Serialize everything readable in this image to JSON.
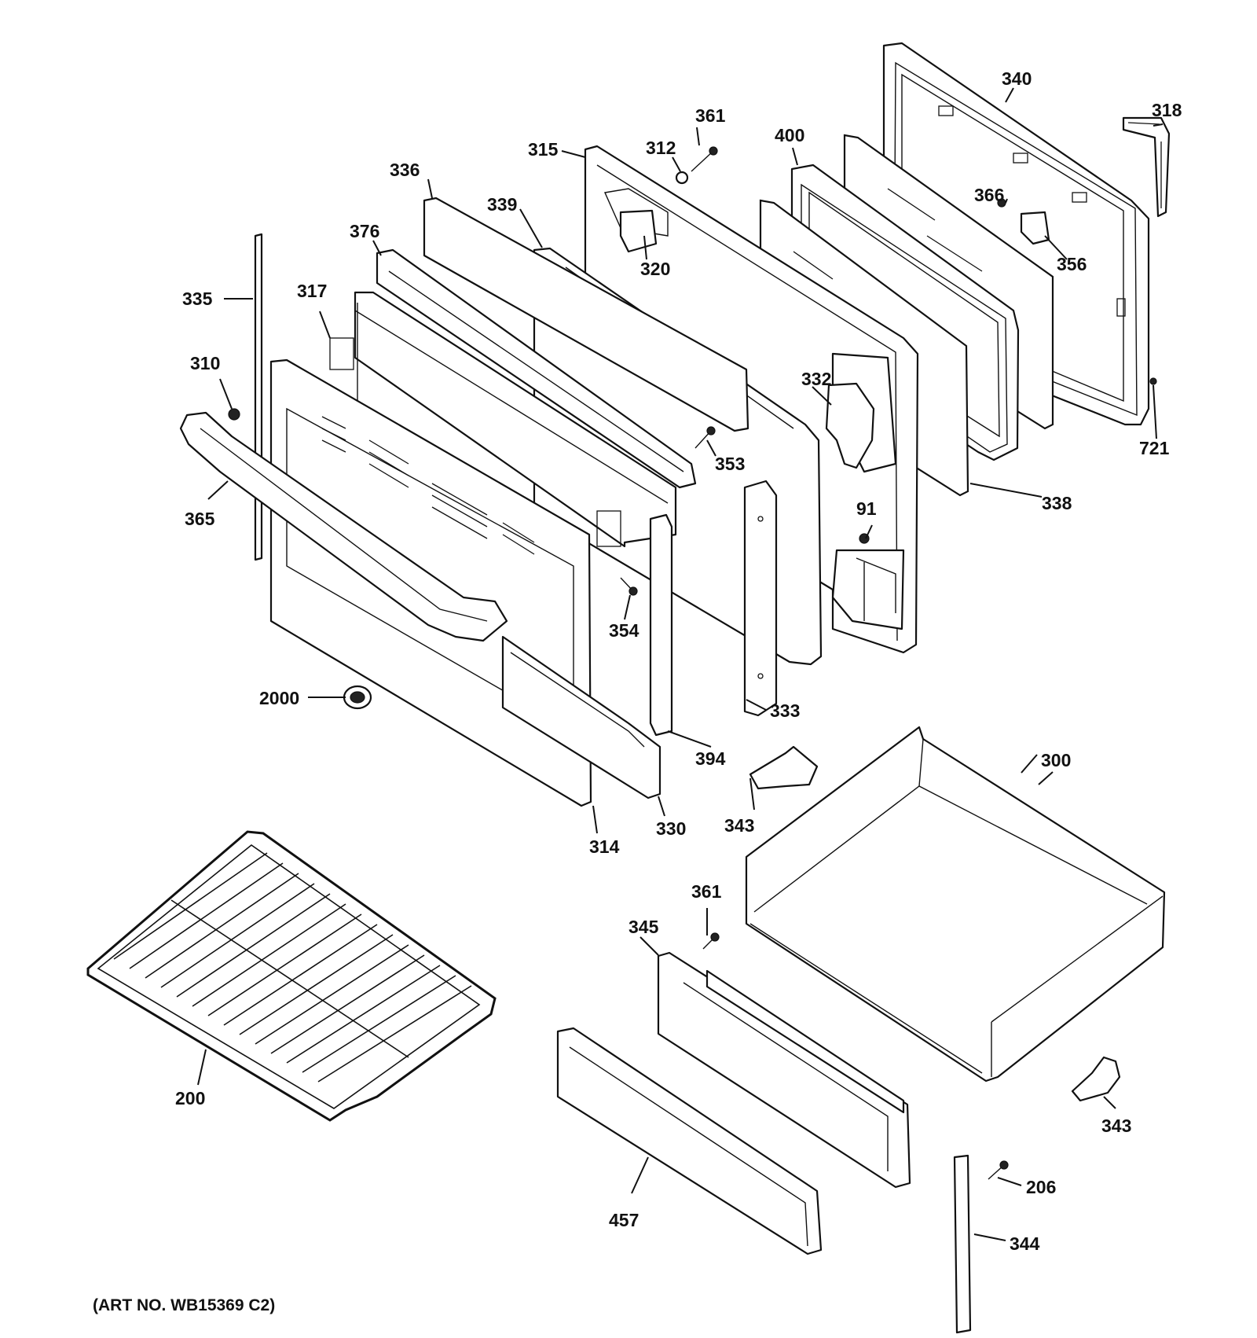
{
  "art_number": "(ART NO. WB15369 C2)",
  "labels": {
    "p91": "91",
    "p200": "200",
    "p206": "206",
    "p300": "300",
    "p310": "310",
    "p312": "312",
    "p314": "314",
    "p315": "315",
    "p317": "317",
    "p318": "318",
    "p320": "320",
    "p330": "330",
    "p332": "332",
    "p333": "333",
    "p335": "335",
    "p336": "336",
    "p338": "338",
    "p339": "339",
    "p340": "340",
    "p343a": "343",
    "p343b": "343",
    "p344": "344",
    "p345": "345",
    "p353": "353",
    "p354": "354",
    "p356": "356",
    "p361a": "361",
    "p361b": "361",
    "p365": "365",
    "p366": "366",
    "p376": "376",
    "p394": "394",
    "p400": "400",
    "p457": "457",
    "p721": "721",
    "p2000": "2000"
  }
}
